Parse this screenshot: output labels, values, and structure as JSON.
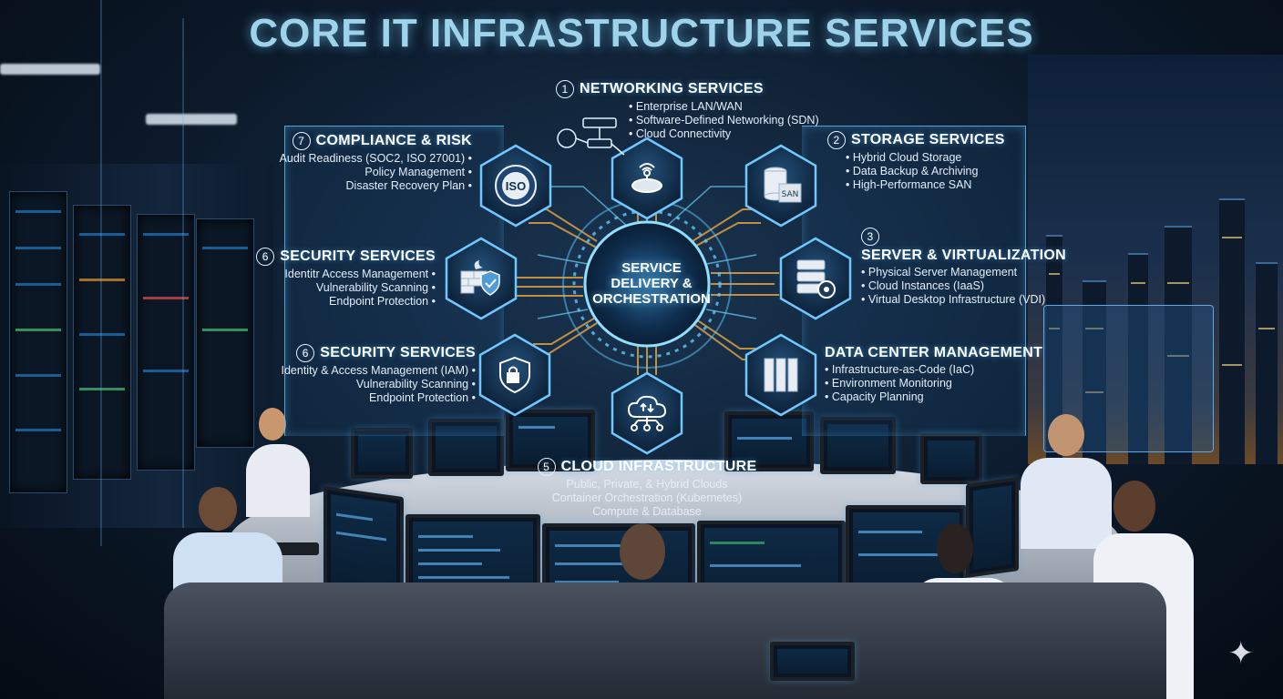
{
  "title": "CORE IT INFRASTRUCTURE SERVICES",
  "hub": {
    "line1": "SERVICE",
    "line2": "DELIVERY &",
    "line3": "ORCHESTRATION"
  },
  "services": {
    "networking": {
      "num": "1",
      "title": "NETWORKING SERVICES",
      "items": [
        "Enterprise LAN/WAN",
        "Software-Defined Networking (SDN)",
        "Cloud Connectivity"
      ]
    },
    "storage": {
      "num": "2",
      "title": "STORAGE SERVICES",
      "items": [
        "Hybrid Cloud Storage",
        "Data Backup & Archiving",
        "High-Performance SAN"
      ]
    },
    "server": {
      "num": "3",
      "title": "SERVER & VIRTUALIZATION",
      "items": [
        "Physical Server Management",
        "Cloud Instances (IaaS)",
        "Virtual Desktop Infrastructure (VDI)"
      ]
    },
    "datacenter": {
      "title": "DATA CENTER MANAGEMENT",
      "items": [
        "Infrastructure-as-Code (IaC)",
        "Environment Monitoring",
        "Capacity Planning"
      ]
    },
    "cloud": {
      "num": "5",
      "title": "CLOUD INFRASTRUCTURE",
      "items": [
        "Public, Private, & Hybrid Clouds",
        "Container Orchestration (Kubernetes)",
        "Compute & Database"
      ]
    },
    "security_a": {
      "num": "6",
      "title": "SECURITY SERVICES",
      "items": [
        "Identitr Access Management",
        "Vulnerability Scanning",
        "Endpoint Protection"
      ]
    },
    "security_b": {
      "num": "6",
      "title": "SECURITY SERVICES",
      "items": [
        "Identity & Access Management (IAM)",
        "Vulnerability Scanning",
        "Endpoint Protection"
      ]
    },
    "compliance": {
      "num": "7",
      "title": "COMPLIANCE & RISK",
      "items": [
        "Audit Readiness (SOC2, ISO 27001)",
        "Policy Management",
        "Disaster Recovery Plan"
      ]
    }
  },
  "icons": {
    "iso_text": "ISO",
    "san_text": "SAN",
    "networking": "router-icon",
    "storage": "database-icon",
    "server": "server-gear-icon",
    "datacenter": "server-rack-icon",
    "cloud": "cloud-network-icon",
    "security_a": "firewall-shield-icon",
    "security_b": "shield-lock-icon",
    "compliance": "iso-badge-icon"
  },
  "colors": {
    "glow": "#5ec8ff",
    "panel_border": "#6ec8ff",
    "title": "#9fd3ea",
    "trace": "#e0a040"
  }
}
